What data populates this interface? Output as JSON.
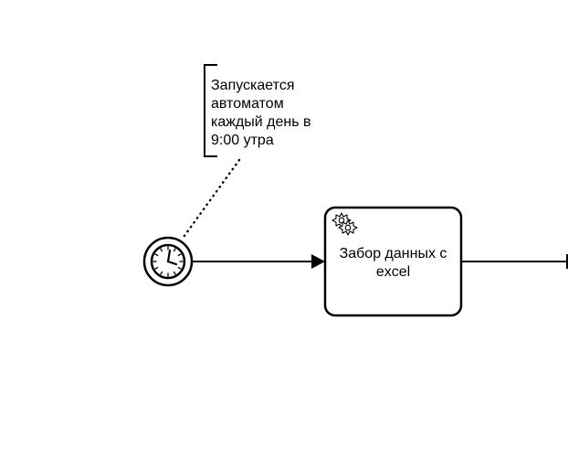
{
  "diagram": {
    "type": "bpmn-process-fragment",
    "annotation": {
      "lines": [
        "Запускается",
        "автоматом",
        "каждый день в",
        "9:00 утра"
      ]
    },
    "start_event": {
      "kind": "timer-start-event",
      "icon": "clock-icon"
    },
    "task": {
      "kind": "service-task",
      "icon": "gears-icon",
      "lines": [
        "Забор данных с",
        "excel"
      ]
    },
    "colors": {
      "stroke": "#000000",
      "fill": "#ffffff",
      "text": "#000000"
    }
  }
}
